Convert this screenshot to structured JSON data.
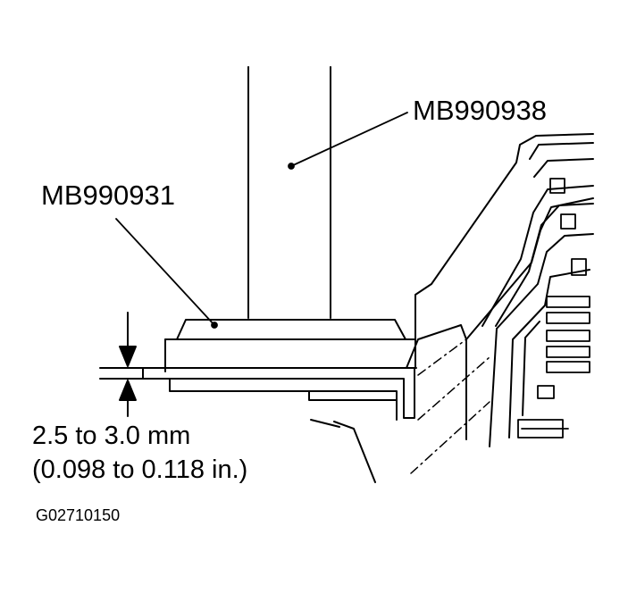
{
  "diagram": {
    "callouts": {
      "tool_upper": "MB990938",
      "tool_lower": "MB990931"
    },
    "clearance_spec": {
      "metric": "2.5 to 3.0 mm",
      "imperial": "(0.098 to 0.118 in.)"
    },
    "figure_code": "G02710150",
    "colors": {
      "ink": "#000000",
      "paper": "#ffffff"
    }
  }
}
